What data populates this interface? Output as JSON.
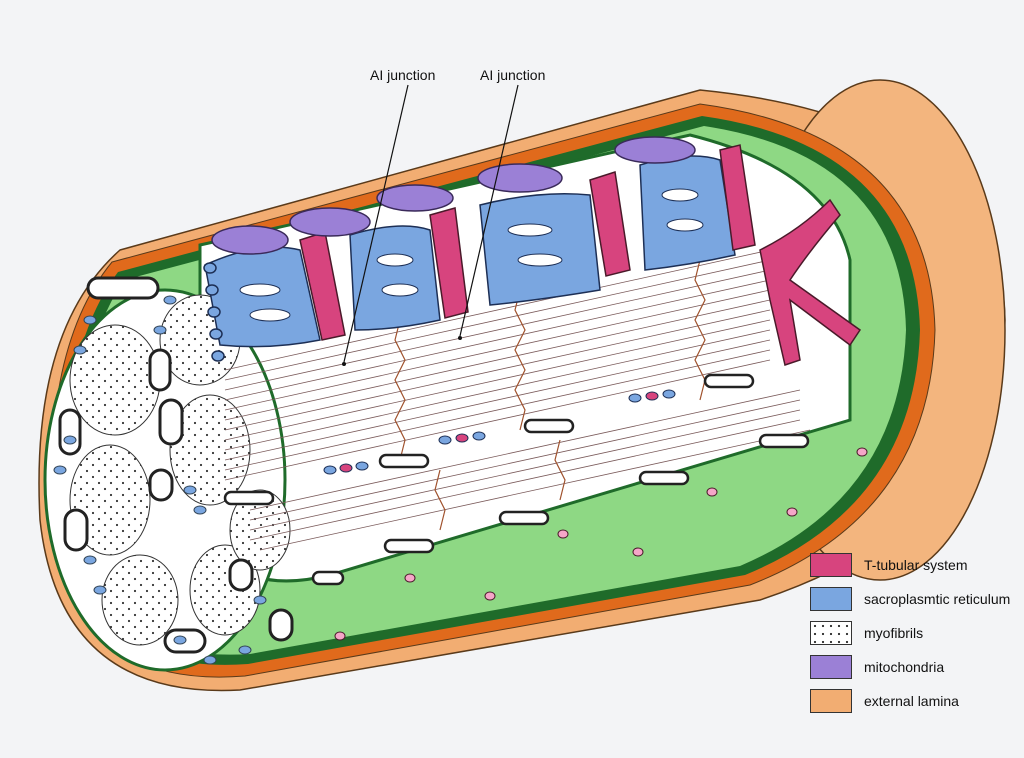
{
  "callouts": [
    {
      "label": "AI junction"
    },
    {
      "label": "AI junction"
    }
  ],
  "legend": [
    {
      "label": "T-tubular system",
      "color": "#d7447e",
      "pattern": "solid"
    },
    {
      "label": "sacroplasmtic reticulum",
      "color": "#7aa6e0",
      "pattern": "solid"
    },
    {
      "label": "myofibrils",
      "color": "#ffffff",
      "pattern": "dots"
    },
    {
      "label": "mitochondria",
      "color": "#9b80d6",
      "pattern": "solid"
    },
    {
      "label": "external lamina",
      "color": "#f2ad72",
      "pattern": "solid"
    }
  ],
  "colors": {
    "external_lamina": "#f2ad72",
    "membrane": "#e06a1c",
    "sarcolemma": "#1f6b2a",
    "cytoplasm": "#8ed884",
    "t_tubule": "#d7447e",
    "sarcoplasmic_reticulum": "#7aa6e0",
    "mitochondria": "#9b80d6"
  }
}
